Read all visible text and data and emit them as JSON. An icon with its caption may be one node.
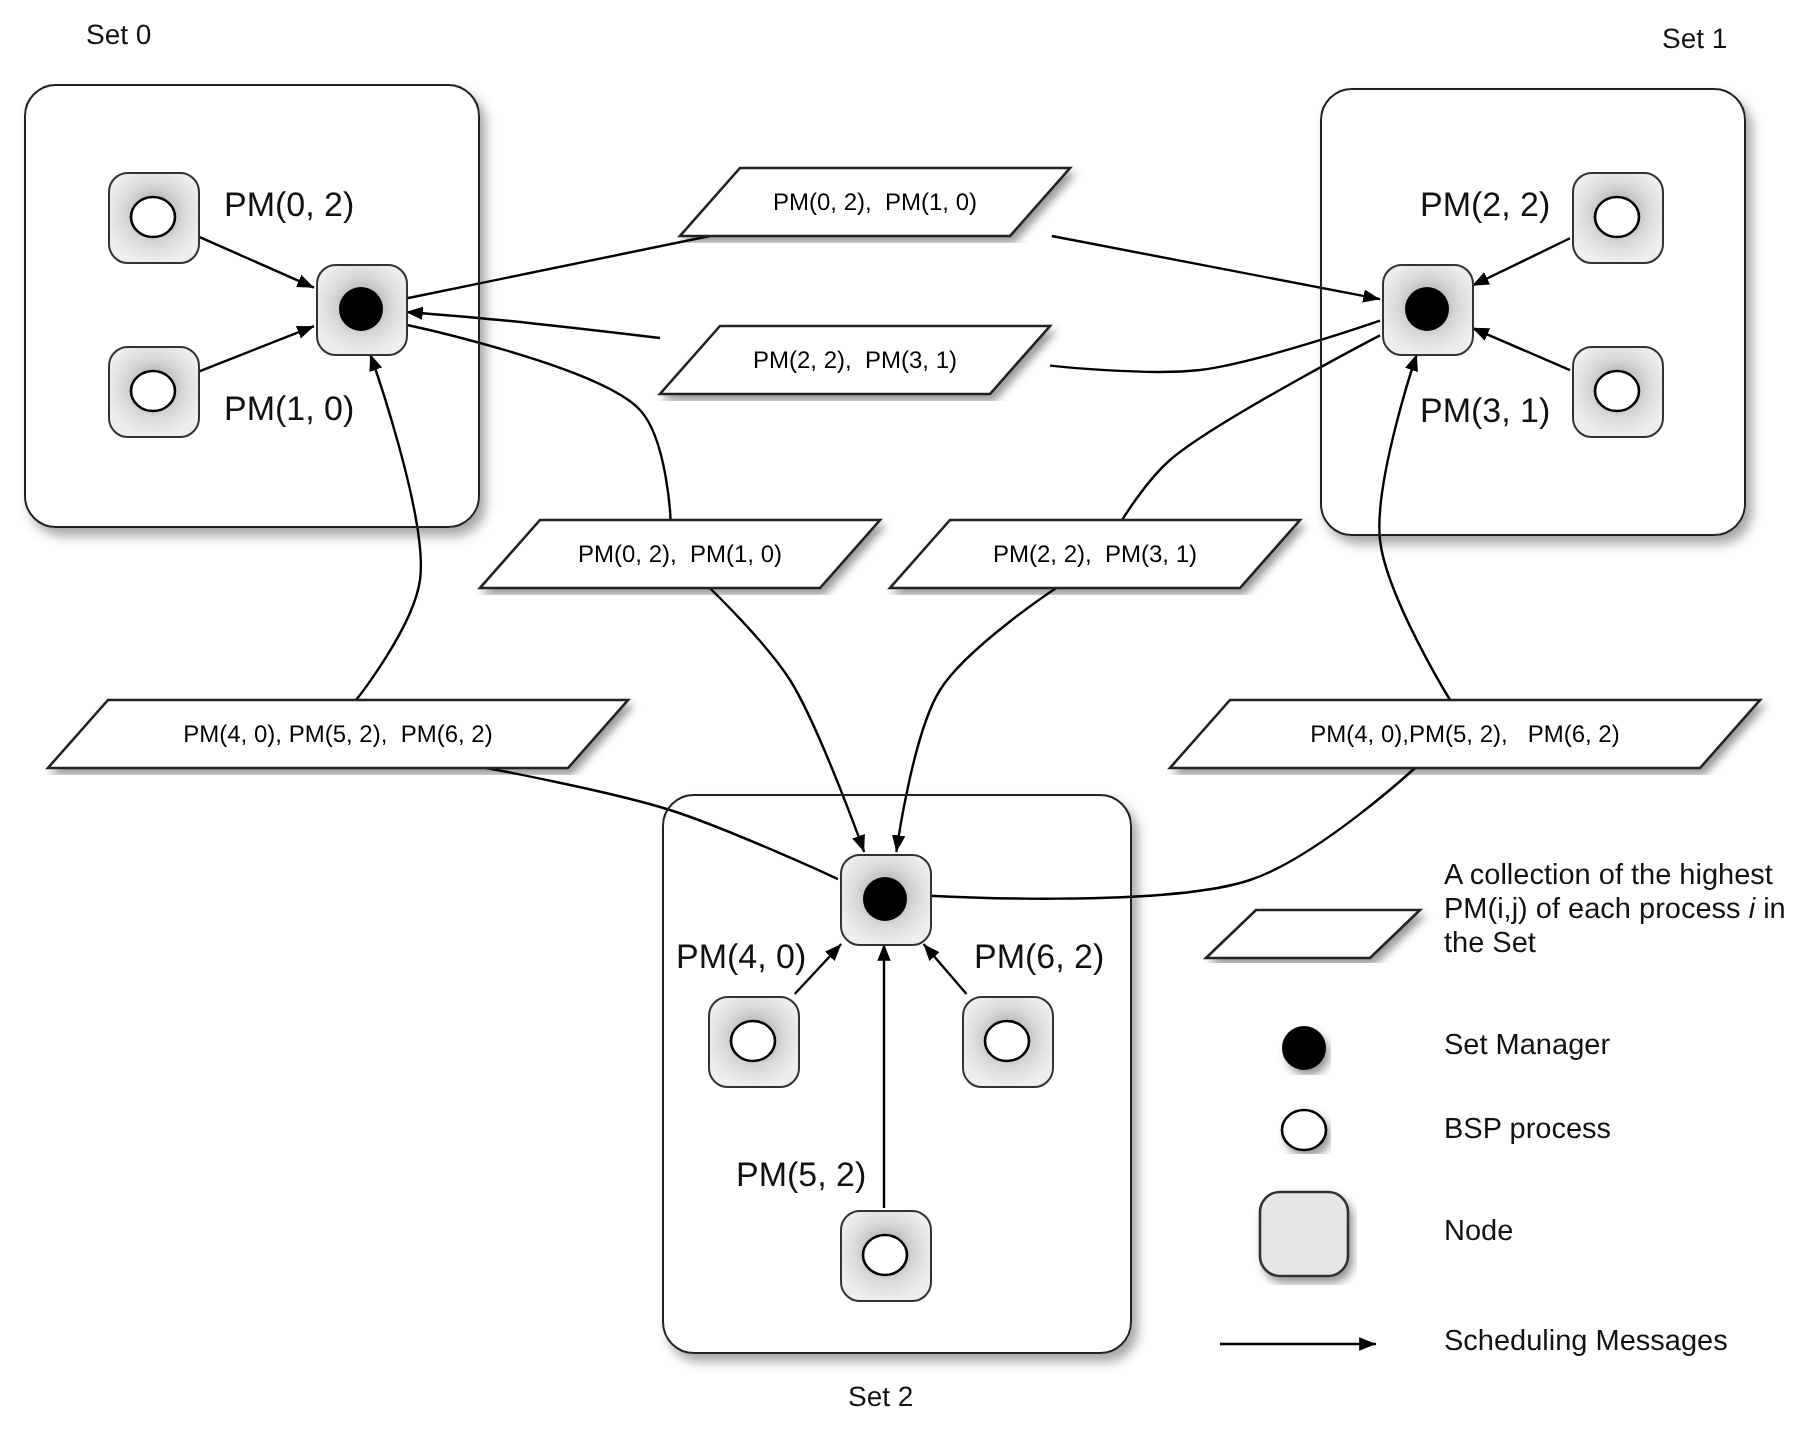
{
  "diagram": {
    "nodes": [
      {
        "text": [
          "Set 0"
        ]
      },
      {
        "text": [],
        "shape": "box",
        "beside": [
          "PM(0, 2)"
        ],
        "in": 0
      },
      {
        "text": [],
        "shape": "box",
        "beside": [
          "PM(1, 0)"
        ],
        "in": 0
      },
      {
        "text": [],
        "shape": "box",
        "in": 0
      },
      {
        "text": [
          "Set 1"
        ]
      },
      {
        "text": [],
        "shape": "box",
        "in": 4
      },
      {
        "text": [],
        "shape": "box",
        "beside": [
          "PM(2, 2)"
        ],
        "in": 4
      },
      {
        "text": [],
        "shape": "box",
        "beside": [
          "PM(3, 1)"
        ],
        "in": 4
      },
      {
        "text": [
          "Set 2"
        ]
      },
      {
        "text": [],
        "shape": "box",
        "in": 8
      },
      {
        "text": [],
        "shape": "box",
        "beside": [
          "PM(4, 0)"
        ],
        "in": 8
      },
      {
        "text": [],
        "shape": "box",
        "beside": [
          "PM(6, 2)"
        ],
        "in": 8
      },
      {
        "text": [],
        "shape": "box",
        "beside": [
          "PM(5, 2)"
        ],
        "in": 8
      },
      {
        "text": [
          "PM(0, 2),  PM(1, 0)"
        ]
      },
      {
        "text": [
          "PM(2, 2),  PM(3, 1)"
        ]
      },
      {
        "text": [
          "PM(0, 2),  PM(1, 0)"
        ]
      },
      {
        "text": [
          "PM(2, 2),  PM(3, 1)"
        ]
      },
      {
        "text": [
          "PM(4, 0), PM(5, 2),  PM(6, 2)"
        ]
      },
      {
        "text": [
          "PM(4, 0),PM(5, 2),   PM(6, 2)"
        ]
      }
    ],
    "edges": [
      {
        "from": 1,
        "to": 3,
        "arrow": "to"
      },
      {
        "from": 2,
        "to": 3,
        "arrow": "to"
      },
      {
        "from": 6,
        "to": 5,
        "arrow": "to"
      },
      {
        "from": 7,
        "to": 5,
        "arrow": "to"
      },
      {
        "from": 10,
        "to": 9,
        "arrow": "to"
      },
      {
        "from": 11,
        "to": 9,
        "arrow": "to"
      },
      {
        "from": 12,
        "to": 9,
        "arrow": "to"
      },
      {
        "from": 3,
        "to": 13,
        "arrow": "none"
      },
      {
        "from": 13,
        "to": 5,
        "arrow": "to"
      },
      {
        "from": 5,
        "to": 14,
        "arrow": "none"
      },
      {
        "from": 14,
        "to": 3,
        "arrow": "to"
      },
      {
        "from": 3,
        "to": 15,
        "arrow": "none"
      },
      {
        "from": 15,
        "to": 9,
        "arrow": "to"
      },
      {
        "from": 5,
        "to": 16,
        "arrow": "none"
      },
      {
        "from": 16,
        "to": 9,
        "arrow": "to"
      },
      {
        "from": 9,
        "to": 17,
        "arrow": "none"
      },
      {
        "from": 17,
        "to": 3,
        "arrow": "to"
      },
      {
        "from": 9,
        "to": 18,
        "arrow": "none"
      },
      {
        "from": 18,
        "to": 5,
        "arrow": "to"
      }
    ],
    "legend": [
      {
        "text": "A collection of the highest PM(i,j) of each process *i* in the Set"
      },
      {
        "text": "Set Manager"
      },
      {
        "text": "BSP process"
      },
      {
        "text": "Node"
      },
      {
        "text": "Scheduling Messages"
      }
    ]
  }
}
